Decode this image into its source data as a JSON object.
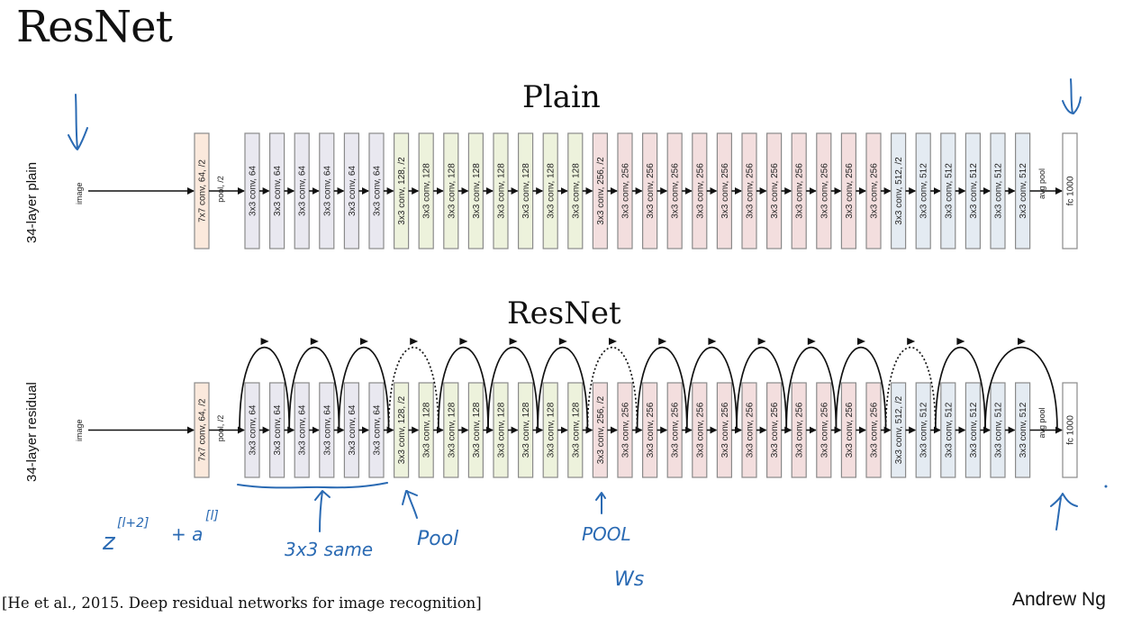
{
  "slide": {
    "title": "ResNet",
    "citation": "[He et al., 2015. Deep residual networks for image recognition]",
    "author": "Andrew Ng"
  },
  "colors": {
    "conv7": "#fbe9dc",
    "conv64": "#e9e8f0",
    "conv128": "#edf2dc",
    "conv256": "#f3dede",
    "conv512": "#e4ebf2",
    "fc": "#ffffff",
    "border": "#8a8a8a",
    "ink": "#2a6ab3"
  },
  "plain": {
    "section_title": "Plain",
    "row_label": "34-layer plain",
    "input_label": "image"
  },
  "residual": {
    "section_title": "ResNet",
    "row_label": "34-layer residual",
    "input_label": "image",
    "skip_connections": [
      {
        "from": 1,
        "to": 3,
        "style": "solid"
      },
      {
        "from": 3,
        "to": 5,
        "style": "solid"
      },
      {
        "from": 5,
        "to": 7,
        "style": "solid"
      },
      {
        "from": 7,
        "to": 9,
        "style": "dashed"
      },
      {
        "from": 9,
        "to": 11,
        "style": "solid"
      },
      {
        "from": 11,
        "to": 13,
        "style": "solid"
      },
      {
        "from": 13,
        "to": 15,
        "style": "solid"
      },
      {
        "from": 15,
        "to": 17,
        "style": "dashed"
      },
      {
        "from": 17,
        "to": 19,
        "style": "solid"
      },
      {
        "from": 19,
        "to": 21,
        "style": "solid"
      },
      {
        "from": 21,
        "to": 23,
        "style": "solid"
      },
      {
        "from": 23,
        "to": 25,
        "style": "solid"
      },
      {
        "from": 25,
        "to": 27,
        "style": "solid"
      },
      {
        "from": 27,
        "to": 29,
        "style": "dashed"
      },
      {
        "from": 29,
        "to": 31,
        "style": "solid"
      },
      {
        "from": 31,
        "to": 33,
        "style": "solid"
      }
    ]
  },
  "layers": [
    {
      "label": "7x7 conv, 64, /2",
      "group": "conv7"
    },
    {
      "label": "3x3 conv, 64",
      "group": "conv64"
    },
    {
      "label": "3x3 conv, 64",
      "group": "conv64"
    },
    {
      "label": "3x3 conv, 64",
      "group": "conv64"
    },
    {
      "label": "3x3 conv, 64",
      "group": "conv64"
    },
    {
      "label": "3x3 conv, 64",
      "group": "conv64"
    },
    {
      "label": "3x3 conv, 64",
      "group": "conv64"
    },
    {
      "label": "3x3 conv, 128, /2",
      "group": "conv128"
    },
    {
      "label": "3x3 conv, 128",
      "group": "conv128"
    },
    {
      "label": "3x3 conv, 128",
      "group": "conv128"
    },
    {
      "label": "3x3 conv, 128",
      "group": "conv128"
    },
    {
      "label": "3x3 conv, 128",
      "group": "conv128"
    },
    {
      "label": "3x3 conv, 128",
      "group": "conv128"
    },
    {
      "label": "3x3 conv, 128",
      "group": "conv128"
    },
    {
      "label": "3x3 conv, 128",
      "group": "conv128"
    },
    {
      "label": "3x3 conv, 256, /2",
      "group": "conv256"
    },
    {
      "label": "3x3 conv, 256",
      "group": "conv256"
    },
    {
      "label": "3x3 conv, 256",
      "group": "conv256"
    },
    {
      "label": "3x3 conv, 256",
      "group": "conv256"
    },
    {
      "label": "3x3 conv, 256",
      "group": "conv256"
    },
    {
      "label": "3x3 conv, 256",
      "group": "conv256"
    },
    {
      "label": "3x3 conv, 256",
      "group": "conv256"
    },
    {
      "label": "3x3 conv, 256",
      "group": "conv256"
    },
    {
      "label": "3x3 conv, 256",
      "group": "conv256"
    },
    {
      "label": "3x3 conv, 256",
      "group": "conv256"
    },
    {
      "label": "3x3 conv, 256",
      "group": "conv256"
    },
    {
      "label": "3x3 conv, 256",
      "group": "conv256"
    },
    {
      "label": "3x3 conv, 512, /2",
      "group": "conv512"
    },
    {
      "label": "3x3 conv, 512",
      "group": "conv512"
    },
    {
      "label": "3x3 conv, 512",
      "group": "conv512"
    },
    {
      "label": "3x3 conv, 512",
      "group": "conv512"
    },
    {
      "label": "3x3 conv, 512",
      "group": "conv512"
    },
    {
      "label": "3x3 conv, 512",
      "group": "conv512"
    },
    {
      "label": "fc 1000",
      "group": "fc"
    }
  ],
  "between_labels": {
    "pool": "pool, /2",
    "avg_pool": "avg pool"
  },
  "annotations": {
    "formula_z": "z",
    "formula_z_sup": "[l+2]",
    "formula_plus_a": "+ a",
    "formula_a_sup": "[l]",
    "same_label": "3x3 same",
    "pool1": "Pool",
    "pool2": "POOL",
    "ws": "Ws"
  }
}
